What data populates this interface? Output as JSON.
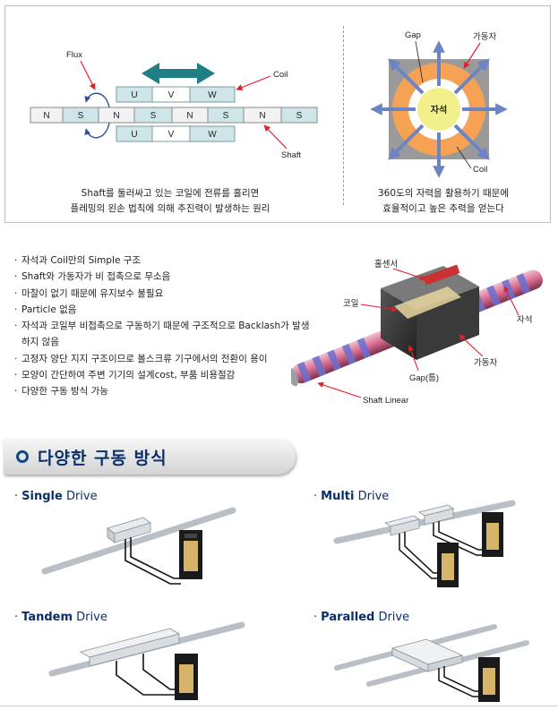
{
  "figure1": {
    "labels": {
      "flux": "Flux",
      "coil": "Coil",
      "shaft": "Shaft"
    },
    "uvw_top": [
      "U",
      "V",
      "W"
    ],
    "uvw_bottom": [
      "U",
      "V",
      "W"
    ],
    "shaft_cells": [
      "N",
      "S",
      "N",
      "S",
      "N",
      "S",
      "N",
      "S"
    ],
    "caption_lines": [
      "Shaft를 둘러싸고 있는 코일에 전류를 흘리면",
      "플레밍의 왼손 법칙에 의해 추진력이 발생하는 원리"
    ]
  },
  "figure2": {
    "labels": {
      "gap": "Gap",
      "mover": "가동자",
      "magnet": "자석",
      "coil": "Coil"
    },
    "caption_lines": [
      "360도의 자력을 활용하기 때문에",
      "효율적이고 높은 추력을 얻는다"
    ]
  },
  "features": [
    "자석과 Coil만의 Simple 구조",
    "Shaft와 가동자가 비 접촉으로 무소음",
    "마찰이 없기 때문에 유지보수 불필요",
    "Particle 없음",
    "자석과 코일부 비접촉으로 구동하기 때문에 구조적으로 Backlash가 발생하지 않음",
    "고정자 양단 지지 구조이므로 볼스크류 기구에서의 전환이 용이",
    "모양이 간단하여 주변 기기의 설계cost, 부품 비용절감",
    "다양한 구동 방식 가능"
  ],
  "figure3": {
    "labels": {
      "hall_sensor": "홀센서",
      "coil": "코일",
      "magnet": "자석",
      "mover": "가동자",
      "gap": "Gap(틈)",
      "shaft_linear": "Shaft Linear"
    }
  },
  "section": {
    "title": "다양한 구동 방식"
  },
  "drives": [
    {
      "bold": "Single",
      "light": "Drive"
    },
    {
      "bold": "Multi",
      "light": "Drive"
    },
    {
      "bold": "Tandem",
      "light": "Drive"
    },
    {
      "bold": "Paralled",
      "light": "Drive"
    }
  ],
  "colors": {
    "accent_navy": "#0a2f6a",
    "teal": "#1f7f85",
    "red_arrow": "#e0202a",
    "orange": "#f5a255",
    "blue_arrow": "#6d84c4"
  }
}
